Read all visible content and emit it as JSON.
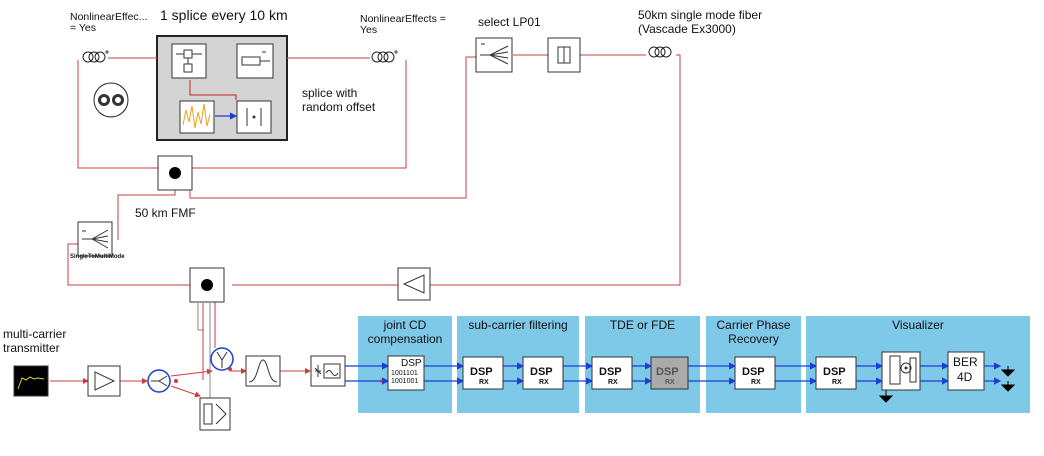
{
  "labels": {
    "nonlinear_left": "NonlinearEffec...\n= Yes",
    "nonlinear_right": "NonlinearEffects =\nYes",
    "splice_title": "1 splice every 10 km",
    "splice_desc": "splice with\nrandom offset",
    "fmf": "50 km FMF",
    "select_lp01": "select LP01",
    "smf": "50km single mode fiber\n(Vascade Ex3000)",
    "transmitter": "multi-carrier\ntransmitter",
    "single_to_multimode": "SingleToMultiMode"
  },
  "stages": [
    {
      "title": "joint CD\ncompensation"
    },
    {
      "title": "sub-carrier filtering"
    },
    {
      "title": "TDE or FDE"
    },
    {
      "title": "Carrier Phase\nRecovery"
    },
    {
      "title": "Visualizer"
    }
  ],
  "dsp": {
    "label": "DSP",
    "rx": "RX",
    "bits_1": "1001101",
    "bits_2": "1001001"
  },
  "ber": {
    "line1": "BER",
    "line2": "4D"
  },
  "colors": {
    "stage_fill": "#7ec8e8",
    "optical_wire": "#e05050",
    "electrical_wire": "#2244dd",
    "block_stroke": "#333333"
  }
}
